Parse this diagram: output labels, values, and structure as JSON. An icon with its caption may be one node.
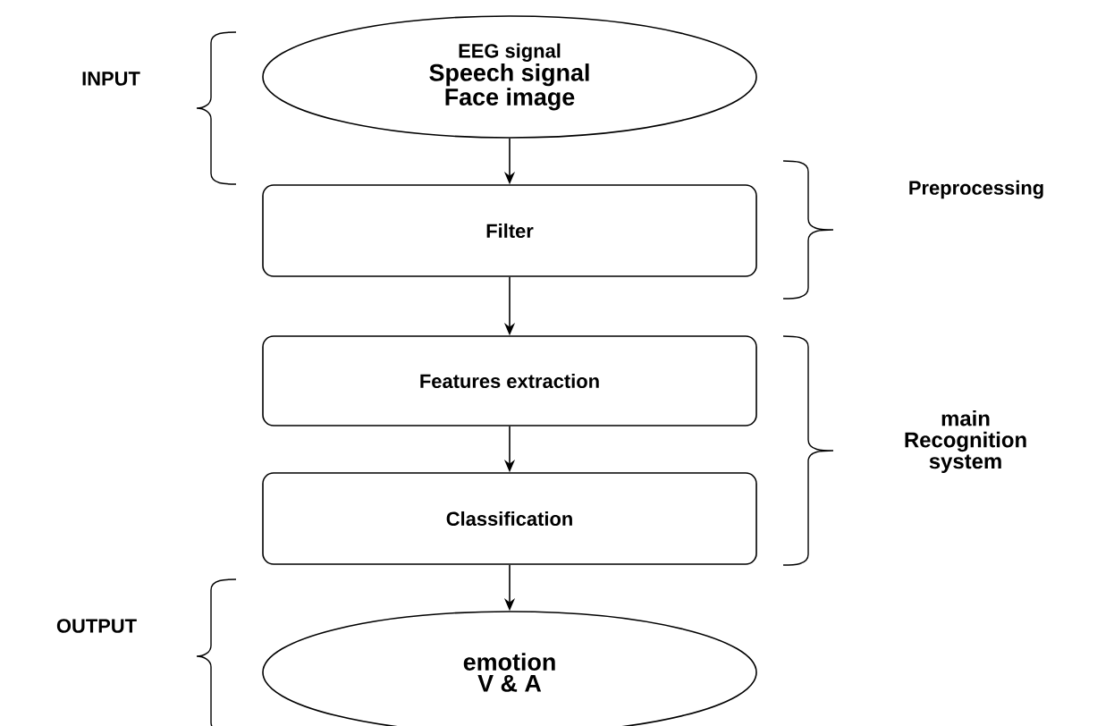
{
  "diagram": {
    "nodes": [
      {
        "text": [
          "EEG signal",
          "Speech signal",
          "Face image"
        ]
      },
      {
        "text": [
          "Filter"
        ]
      },
      {
        "text": [
          "Features extraction"
        ]
      },
      {
        "text": [
          "Classification"
        ]
      },
      {
        "text": [
          "emotion",
          "V & A"
        ]
      }
    ],
    "edges": [
      {
        "from": 0,
        "to": 1,
        "arrow": "to"
      },
      {
        "from": 1,
        "to": 2,
        "arrow": "to"
      },
      {
        "from": 2,
        "to": 3,
        "arrow": "to"
      },
      {
        "from": 3,
        "to": 4,
        "arrow": "to"
      }
    ],
    "labels": [
      "INPUT",
      "Preprocessing",
      "main Recognition system",
      "OUTPUT"
    ]
  }
}
